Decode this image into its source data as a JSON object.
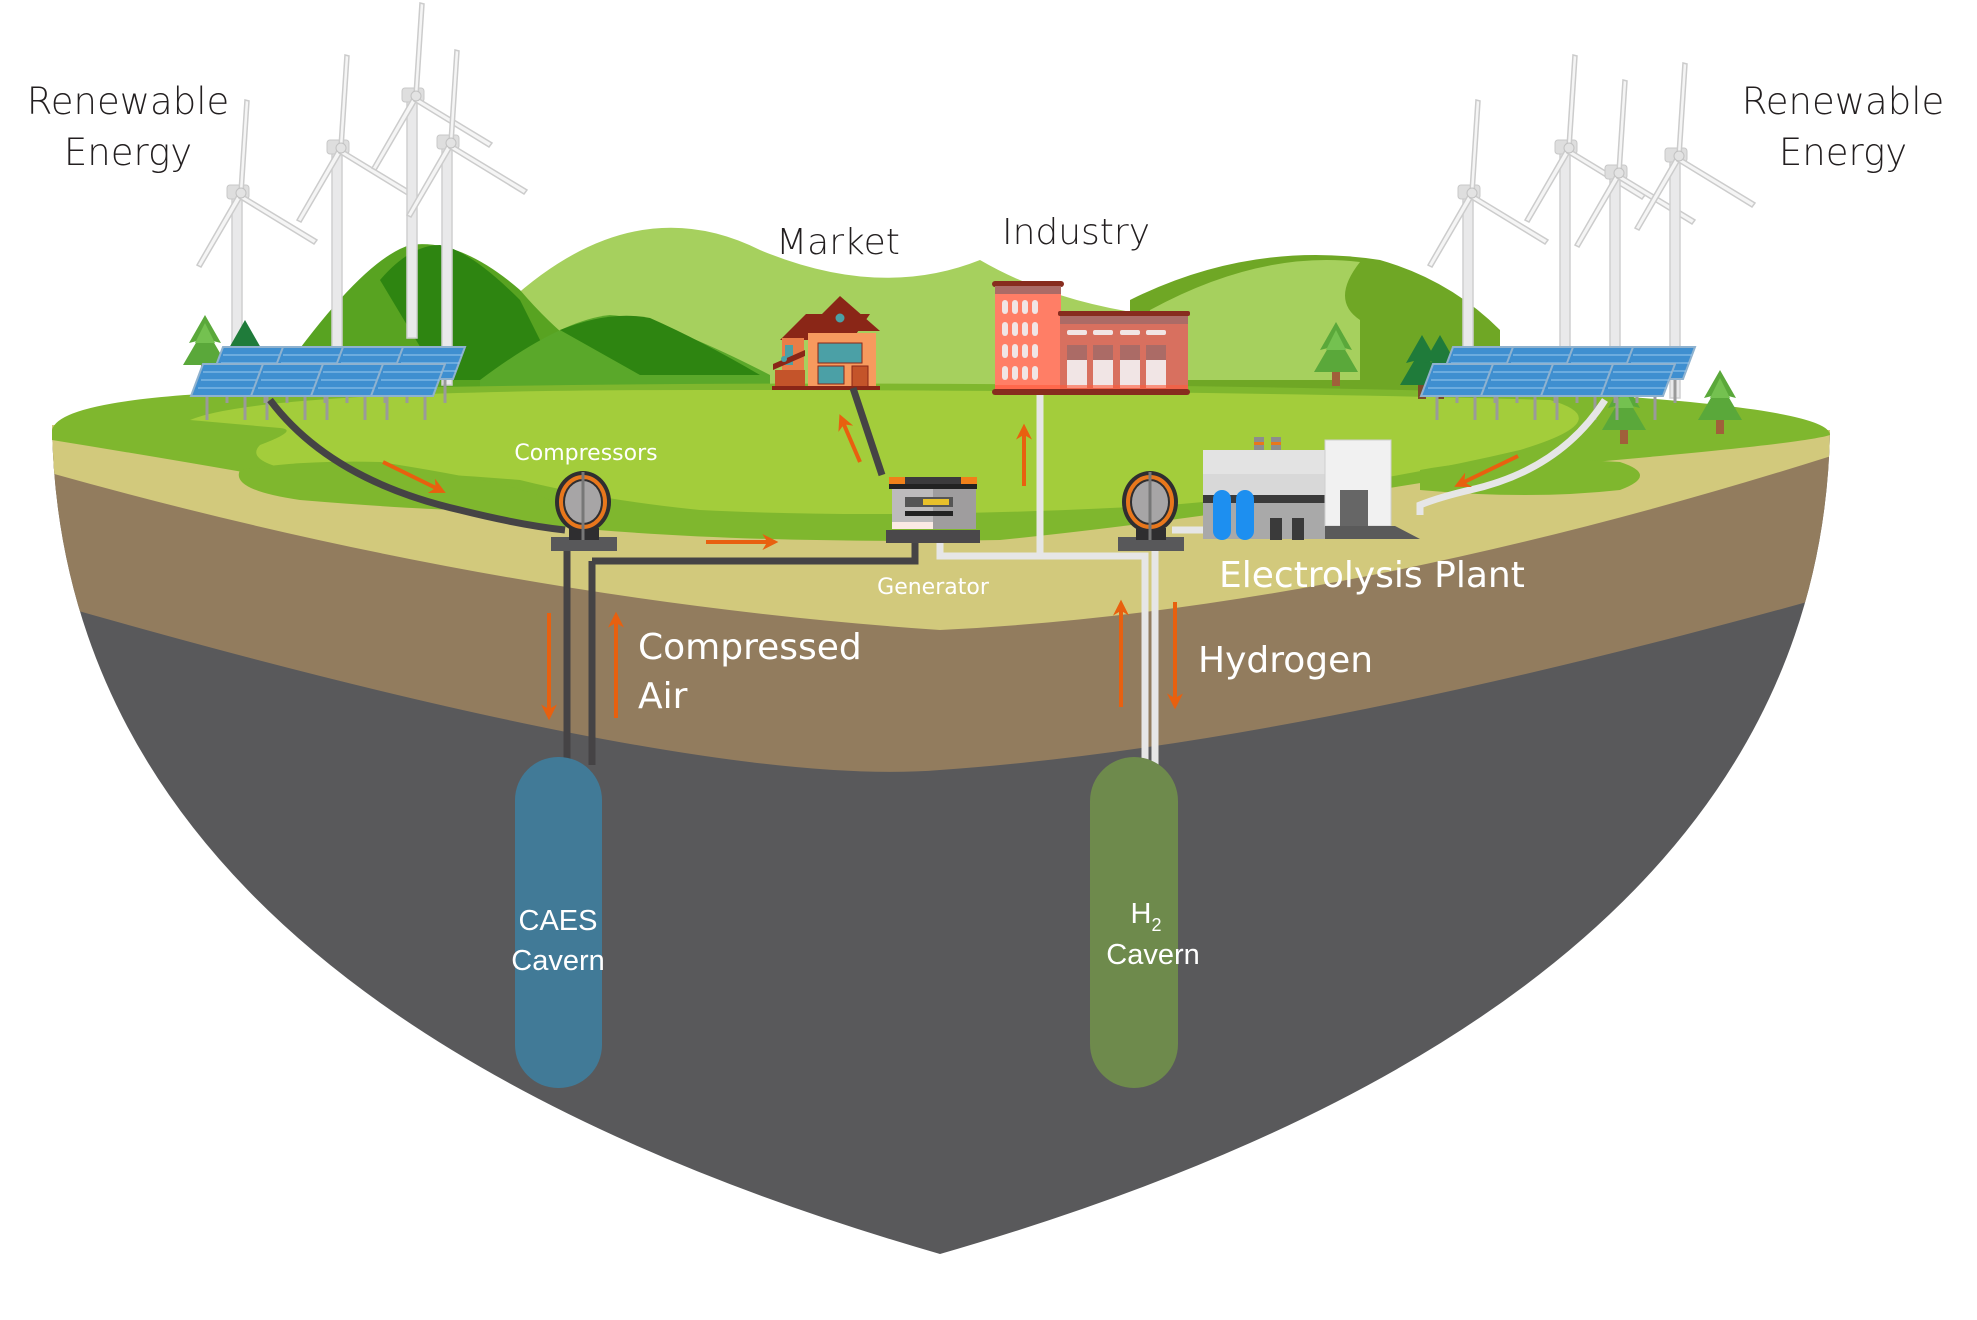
{
  "diagram": {
    "labels": {
      "renewable_left": [
        "Renewable",
        "Energy"
      ],
      "renewable_right": [
        "Renewable",
        "Energy"
      ],
      "market": "Market",
      "industry": "Industry",
      "compressors": "Compressors",
      "generator": "Generator",
      "electrolysis_plant": "Electrolysis Plant",
      "compressed_air": [
        "Compressed",
        "Air"
      ],
      "hydrogen": "Hydrogen",
      "caes_cavern": [
        "CAES",
        "Cavern"
      ],
      "h2_cavern": {
        "symbol": "H",
        "subscript": "2",
        "line2": "Cavern"
      }
    },
    "colors": {
      "flow_arrow": "#e8600f",
      "caes_cavern": "#417a97",
      "h2_cavern": "#6e8a4c",
      "bedrock": "#59595b",
      "soil": "#927c5e",
      "sand": "#d2c97c",
      "grass_light": "#a3cd3b",
      "grass_dark": "#7fb72e",
      "air_pipe": "#454345",
      "hydrogen_pipe": "#e6e6e6"
    },
    "components": [
      {
        "name": "Wind turbines (left)",
        "count": 4
      },
      {
        "name": "Solar panels (left)",
        "count": 8
      },
      {
        "name": "Wind turbines (right)",
        "count": 4
      },
      {
        "name": "Solar panels (right)",
        "count": 8
      },
      {
        "name": "Compressor (air)"
      },
      {
        "name": "Compressor (hydrogen)"
      },
      {
        "name": "Generator"
      },
      {
        "name": "Electrolysis Plant"
      },
      {
        "name": "Market house"
      },
      {
        "name": "Industry factory"
      },
      {
        "name": "CAES Cavern"
      },
      {
        "name": "H2 Cavern"
      }
    ],
    "flows": [
      {
        "from": "Renewable Energy (left)",
        "to": "Compressors",
        "direction": "right"
      },
      {
        "from": "Compressors",
        "to": "CAES Cavern",
        "direction": "down"
      },
      {
        "from": "CAES Cavern",
        "to": "Generator",
        "direction": "up"
      },
      {
        "from": "Compressors",
        "to": "Generator",
        "direction": "right"
      },
      {
        "from": "Generator",
        "to": "Market",
        "direction": "up"
      },
      {
        "from": "Generator",
        "to": "Industry",
        "direction": "up"
      },
      {
        "from": "Renewable Energy (right)",
        "to": "Electrolysis Plant",
        "direction": "left"
      },
      {
        "from": "Electrolysis Plant",
        "to": "H2 Cavern",
        "direction": "down"
      },
      {
        "from": "H2 Cavern",
        "to": "Generator / Industry",
        "direction": "up"
      }
    ]
  }
}
